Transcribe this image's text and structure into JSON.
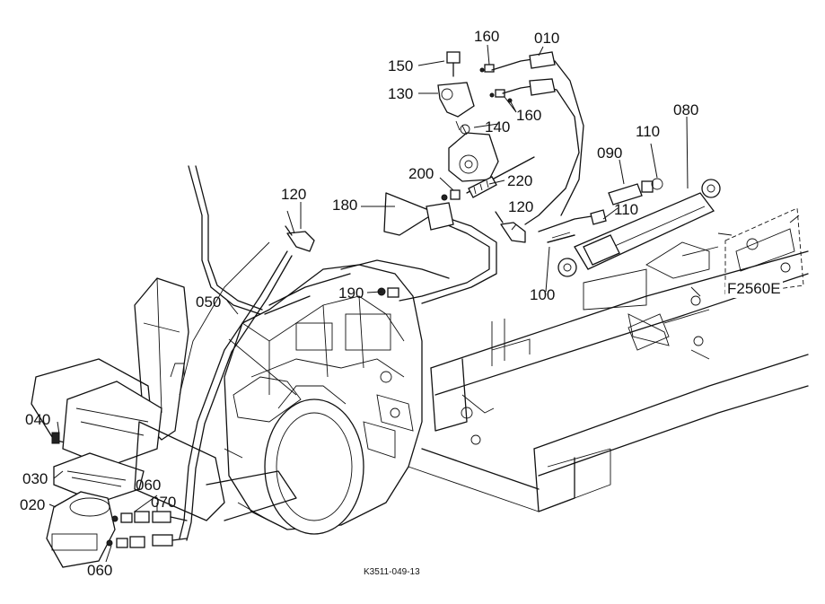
{
  "diagram": {
    "labels": {
      "p010": "010",
      "p020": "020",
      "p030": "030",
      "p040": "040",
      "p050": "050",
      "p060a": "060",
      "p060b": "060",
      "p070": "070",
      "p080": "080",
      "p090": "090",
      "p100": "100",
      "p110a": "110",
      "p110b": "110",
      "p120a": "120",
      "p120b": "120",
      "p130": "130",
      "p140": "140",
      "p150": "150",
      "p160a": "160",
      "p160b": "160",
      "p180": "180",
      "p190": "190",
      "p200": "200",
      "p220": "220"
    },
    "reference_box": "F2560E",
    "drawing_code": "K3511-049-13"
  }
}
